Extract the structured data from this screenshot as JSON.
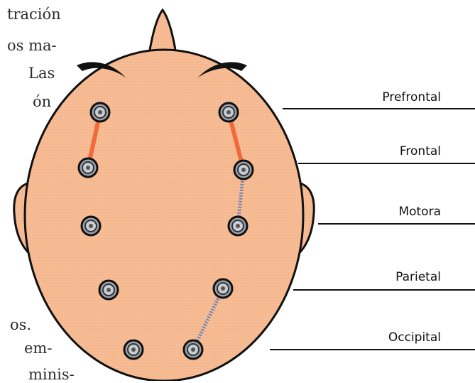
{
  "text_fragments": [
    "tración",
    "os ma-",
    "Las",
    "ón",
    ":",
    "os.",
    "em-",
    "minis-"
  ],
  "regions": [
    {
      "label": "Prefrontal"
    },
    {
      "label": "Frontal"
    },
    {
      "label": "Motora"
    },
    {
      "label": "Parietal"
    },
    {
      "label": "Occipital"
    }
  ],
  "electrode_links": [
    {
      "type": "solid",
      "color": "#f06a3c"
    },
    {
      "type": "solid",
      "color": "#f06a3c"
    },
    {
      "type": "dashed",
      "color": "#6f86b3"
    },
    {
      "type": "dashed",
      "color": "#6f86b3"
    }
  ],
  "colors": {
    "skin": "#f5b78e",
    "skin_dots": "#f9cba8",
    "outline": "#111111",
    "electrode_fill": "#9aa2ad",
    "electrode_inner": "#c8cdd4",
    "label_text": "#111111"
  }
}
